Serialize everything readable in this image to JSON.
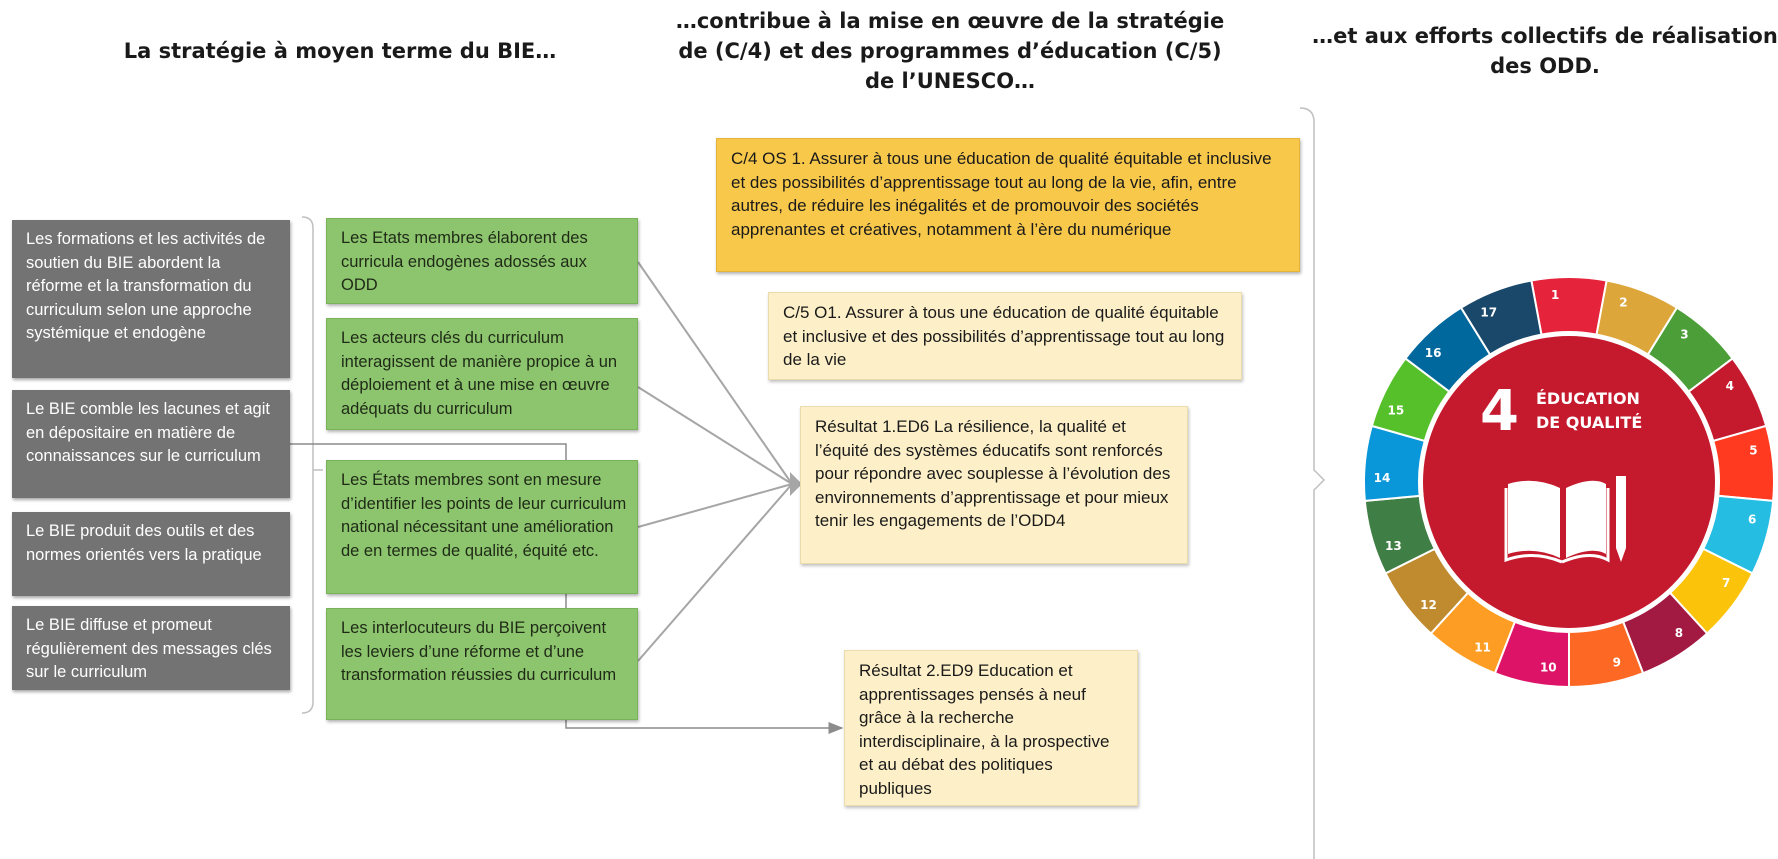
{
  "headings": {
    "left": "La stratégie à moyen terme du BIE…",
    "middle": "…contribue à la mise en œuvre de la stratégie de (C/4) et des programmes d’éducation (C/5) de l’UNESCO…",
    "right": "…et aux efforts collectifs de réalisation des ODD."
  },
  "gray_boxes": [
    "Les formations et les activités de soutien du BIE abordent la réforme et la transformation du curriculum selon une approche systémique et endogène",
    "Le BIE comble les lacunes et agit en dépositaire en matière de connaissances sur le curriculum",
    "Le BIE produit des outils et des normes orientés vers la pratique",
    "Le BIE diffuse et promeut régulièrement des messages clés sur le curriculum"
  ],
  "green_boxes": [
    "Les Etats membres élaborent des curricula endogènes adossés aux ODD",
    "Les acteurs clés du curriculum interagissent de manière propice à un déploiement et à une mise en œuvre adéquats du curriculum",
    "Les États membres sont en mesure d’identifier les points de leur curriculum national nécessitant une amélioration de en termes de qualité, équité etc.",
    "Les interlocuteurs du BIE perçoivent les leviers d’une réforme et d’une transformation réussies du curriculum"
  ],
  "unesco_boxes": {
    "c4": "C/4 OS 1. Assurer à tous une éducation de qualité équitable et inclusive et des possibilités d’apprentissage tout au long de la vie, afin, entre autres, de réduire les inégalités et de promouvoir des sociétés apprenantes et créatives, notamment à l’ère du numérique",
    "c5": "C/5 O1. Assurer à tous une éducation de qualité équitable et inclusive et des possibilités d’apprentissage tout au long de la vie",
    "result1": "Résultat 1.ED6 La résilience, la qualité et l’équité des systèmes éducatifs sont renforcés pour répondre avec souplesse à l’évolution des environnements d’apprentissage et pour mieux tenir les engagements de l’ODD4",
    "result2": "Résultat 2.ED9 Education et apprentissages pensés à neuf grâce à la recherche interdisciplinaire, à la prospective et au débat des politiques publiques"
  },
  "sdg_wheel": {
    "center_number": "4",
    "center_title_line1": "ÉDUCATION",
    "center_title_line2": "DE QUALITÉ",
    "center_color": "#c5192d",
    "icon": "open-book-and-pencil-icon",
    "segment_numbers": [
      "1",
      "2",
      "3",
      "4",
      "5",
      "6",
      "7",
      "8",
      "9",
      "10",
      "11",
      "12",
      "13",
      "14",
      "15",
      "16",
      "17"
    ],
    "segment_colors": [
      "#e5243b",
      "#dda63a",
      "#4c9f38",
      "#c5192d",
      "#ff3a21",
      "#26bde2",
      "#fcc30b",
      "#a21942",
      "#fd6925",
      "#dd1367",
      "#fd9d24",
      "#bf8b2e",
      "#3f7e44",
      "#0a97d9",
      "#56c02b",
      "#00689d",
      "#19486a"
    ]
  },
  "colors": {
    "gray_box": "#737373",
    "green_box": "#8cc56e",
    "gold_box": "#f8c84b",
    "cream_box": "#fdf0c8",
    "connector": "#a6a6a6"
  }
}
